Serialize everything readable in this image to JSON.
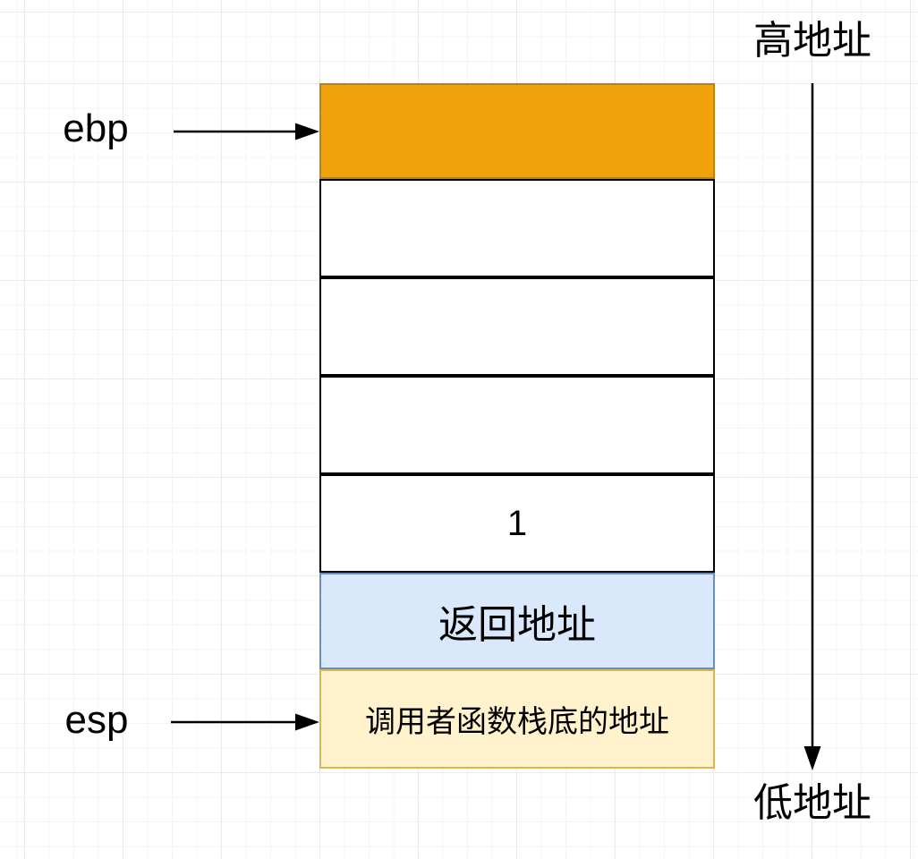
{
  "labels": {
    "ebp": "ebp",
    "esp": "esp",
    "high_address": "高地址",
    "low_address": "低地址"
  },
  "stack": {
    "cells": [
      {
        "name": "saved-ebp-slot",
        "text": "",
        "fill": "#F0A30A",
        "border": "#C07F0E"
      },
      {
        "name": "empty-slot-1",
        "text": "",
        "fill": "#FFFFFF",
        "border": "#000000"
      },
      {
        "name": "empty-slot-2",
        "text": "",
        "fill": "#FFFFFF",
        "border": "#000000"
      },
      {
        "name": "empty-slot-3",
        "text": "",
        "fill": "#FFFFFF",
        "border": "#000000"
      },
      {
        "name": "argument-slot",
        "text": "1",
        "fill": "#FFFFFF",
        "border": "#000000"
      },
      {
        "name": "return-address-slot",
        "text": "返回地址",
        "fill": "#DAE8FC",
        "border": "#6C8EBF"
      },
      {
        "name": "caller-frame-base-slot",
        "text": "调用者函数栈底的地址",
        "fill": "#FFF2CC",
        "border": "#D6B656"
      }
    ]
  },
  "colors": {
    "background": "#FFFFFF",
    "grid_minor": "#F4F4F7",
    "grid_major": "#E9E9EE",
    "arrow": "#000000",
    "text": "#000000",
    "saved_ebp_fill": "#F0A30A",
    "saved_ebp_border": "#C07F0E",
    "return_address_fill": "#DAE8FC",
    "return_address_border": "#6C8EBF",
    "caller_base_fill": "#FFF2CC",
    "caller_base_border": "#D6B656"
  }
}
